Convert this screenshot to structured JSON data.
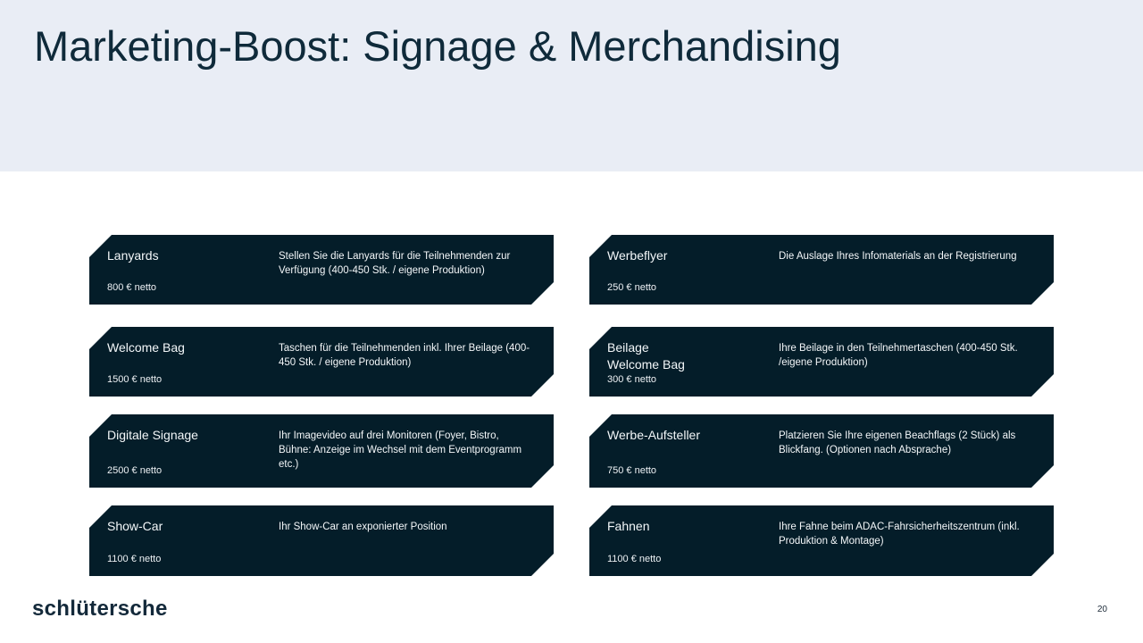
{
  "slide": {
    "title": "Marketing-Boost: Signage & Merchandising",
    "logo_text": "schlütersche",
    "page_number": "20",
    "colors": {
      "header_bg": "#e9edf5",
      "card_bg": "#041d29",
      "title_text": "#0f2a3a",
      "card_text": "#ffffff"
    }
  },
  "columns": {
    "left": [
      {
        "name": "Lanyards",
        "price": "800 € netto",
        "description": "Stellen Sie die Lanyards für die Teilnehmenden zur Verfügung (400-450 Stk. / eigene Produktion)"
      },
      {
        "name": "Welcome Bag",
        "price": "1500 € netto",
        "description": "Taschen für die Teilnehmenden inkl. Ihrer Beilage (400-450 Stk. / eigene Produktion)"
      },
      {
        "name": "Digitale Signage",
        "price": "2500 € netto",
        "description": "Ihr Imagevideo auf drei Monitoren (Foyer, Bistro, Bühne: Anzeige im Wechsel mit dem Eventprogramm etc.)"
      },
      {
        "name": "Show-Car",
        "price": "1100 € netto",
        "description": "Ihr Show-Car an exponierter Position"
      }
    ],
    "right": [
      {
        "name": "Werbeflyer",
        "price": "250 € netto",
        "description": "Die Auslage Ihres Infomaterials an der Registrierung"
      },
      {
        "name": "Beilage\nWelcome Bag",
        "price": "300 € netto",
        "description": "Ihre Beilage in den Teilnehmertaschen (400-450 Stk. /eigene Produktion)"
      },
      {
        "name": "Werbe-Aufsteller",
        "price": "750 € netto",
        "description": "Platzieren Sie Ihre eigenen Beachflags (2 Stück) als Blickfang. (Optionen nach Absprache)"
      },
      {
        "name": "Fahnen",
        "price": "1100 € netto",
        "description": "Ihre Fahne beim ADAC-Fahrsicherheitszentrum (inkl. Produktion & Montage)"
      }
    ]
  }
}
